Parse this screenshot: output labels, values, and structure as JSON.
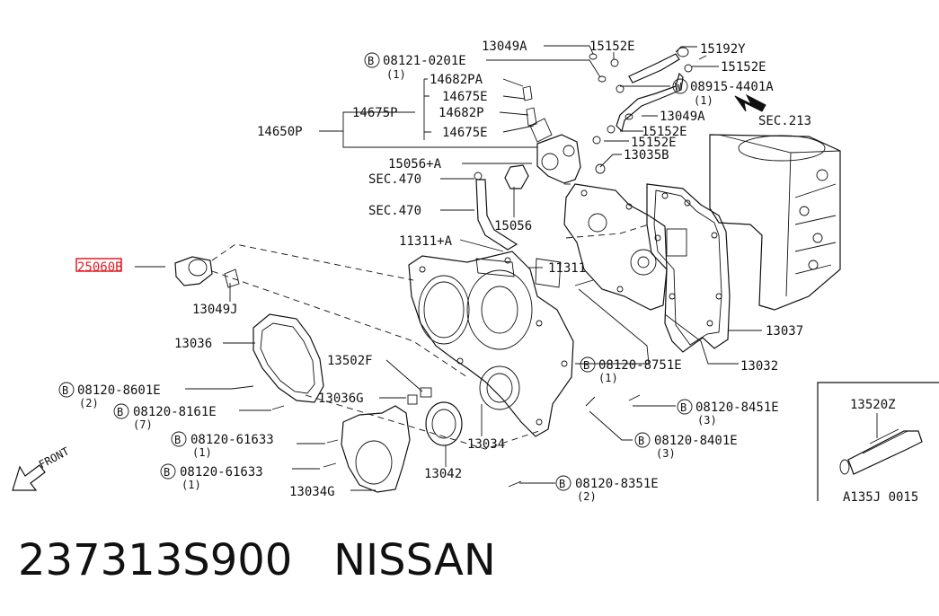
{
  "callouts": {
    "c13049A_top": "13049A",
    "c15152E_top": "15152E",
    "c15192Y": "15192Y",
    "c15152E_r": "15152E",
    "c08121": "08121-0201E",
    "c08121_qty": "(1)",
    "c14682PA": "14682PA",
    "c14675E_a": "14675E",
    "c14675P": "14675P",
    "c14682P": "14682P",
    "c14650P": "14650P",
    "c14675E_b": "14675E",
    "c08915": "08915-4401A",
    "c08915_qty": "(1)",
    "sec213": "SEC.213",
    "c13049A_mid": "13049A",
    "c15152E_m1": "15152E",
    "c15152E_m2": "15152E",
    "c13035B": "13035B",
    "c15056A": "15056+A",
    "sec470a": "SEC.470",
    "sec470b": "SEC.470",
    "c15056": "15056",
    "c11311A": "11311+A",
    "c11311": "11311",
    "c25060B": "25060B",
    "c13049J": "13049J",
    "c13036": "13036",
    "c13037": "13037",
    "c13502F": "13502F",
    "c08120_8751E": "08120-8751E",
    "c08120_8751E_qty": "(1)",
    "c13032": "13032",
    "c08120_8601E": "08120-8601E",
    "c08120_8601E_qty": "(2)",
    "c13036G": "13036G",
    "c08120_8161E": "08120-8161E",
    "c08120_8161E_qty": "(7)",
    "c08120_8451E": "08120-8451E",
    "c08120_8451E_qty": "(3)",
    "c08120_61633a": "08120-61633",
    "c08120_61633a_qty": "(1)",
    "c13034": "13034",
    "c08120_8401E": "08120-8401E",
    "c08120_8401E_qty": "(3)",
    "c08120_61633b": "08120-61633",
    "c08120_61633b_qty": "(1)",
    "c13042": "13042",
    "c13034G": "13034G",
    "c08120_8351E": "08120-8351E",
    "c08120_8351E_qty": "(2)",
    "front": "FRONT",
    "c13520Z": "13520Z"
  },
  "symbols": {
    "bolt": "B",
    "washer": "W"
  },
  "inset_code": "A135J 0015",
  "caption": "237313S900   NISSAN",
  "highlight_color": "#e31b23"
}
